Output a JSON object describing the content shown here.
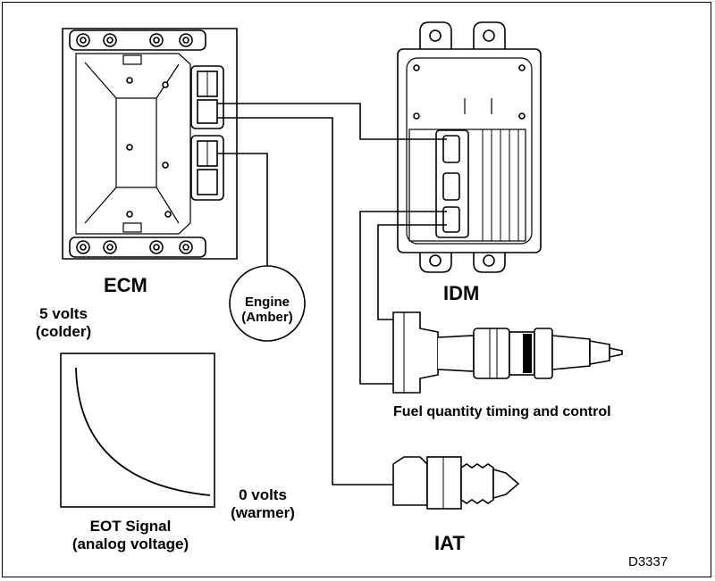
{
  "labels": {
    "ecm": "ECM",
    "idm": "IDM",
    "engine_line1": "Engine",
    "engine_line2": "(Amber)",
    "five_volts_line1": "5 volts",
    "five_volts_line2": "(colder)",
    "zero_volts_line1": "0 volts",
    "zero_volts_line2": "(warmer)",
    "eot_line1": "EOT Signal",
    "eot_line2": "(analog voltage)",
    "fuel": "Fuel quantity timing and control",
    "iat": "IAT",
    "figure_id": "D3337"
  },
  "colors": {
    "line": "#000000",
    "background": "#ffffff"
  }
}
